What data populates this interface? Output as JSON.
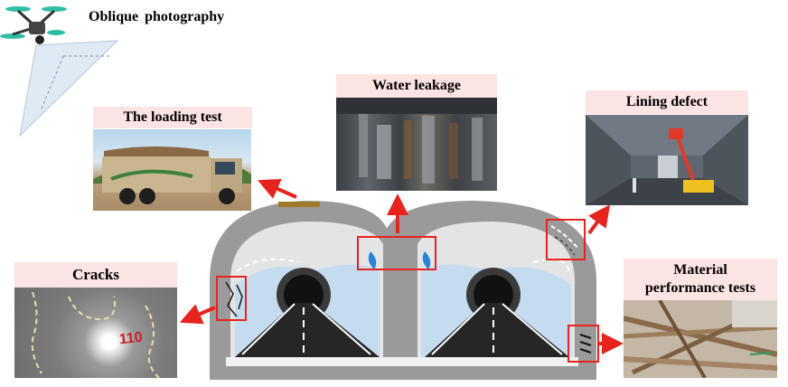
{
  "labels": {
    "oblique": "Oblique photography",
    "loading": "The loading test",
    "water": "Water leakage",
    "lining": "Lining defect",
    "cracks": "Cracks",
    "material_1": "Material",
    "material_2": "performance tests"
  },
  "crack_marker": "110",
  "colors": {
    "label_bg": "#fbe5e4",
    "arrow": "#e8231d",
    "tunnel_shell": "#9a9a9a",
    "tunnel_inner": "#e4e4e4",
    "tunnel_sky": "#c5dcf0",
    "road": "#262626",
    "leak_blue": "#2a84d4"
  }
}
